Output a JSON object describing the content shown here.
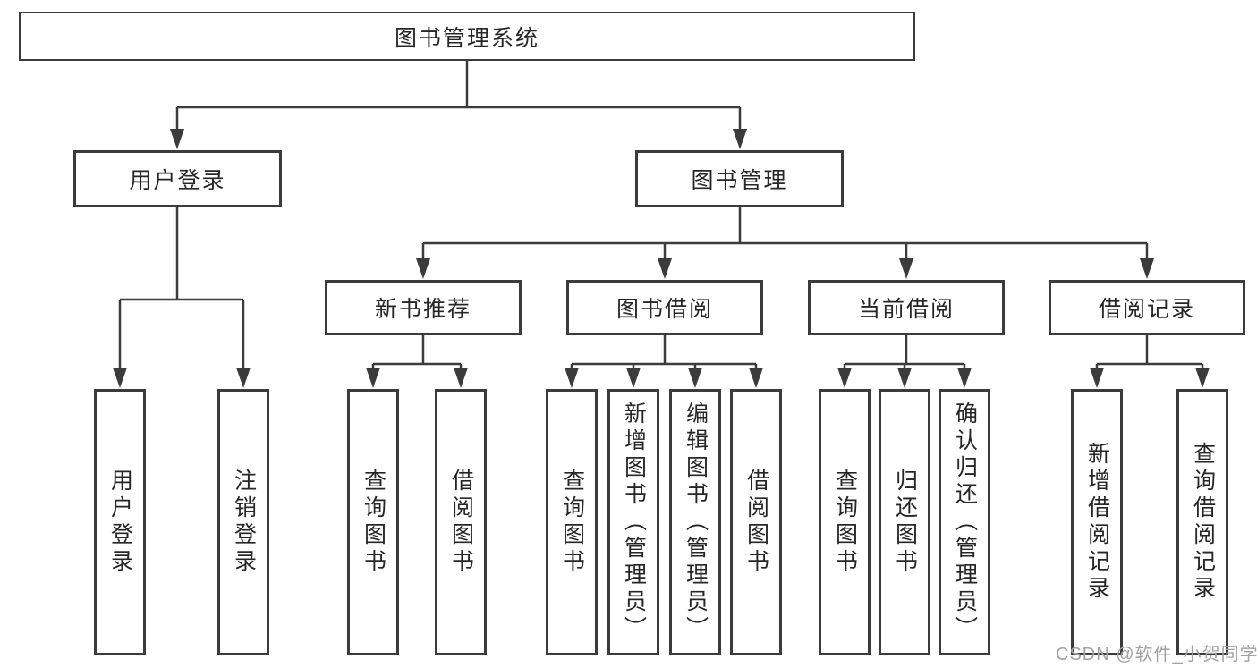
{
  "diagram": {
    "title": "图书管理系统",
    "root": {
      "label": "图书管理系统"
    },
    "level2": [
      {
        "label": "用户登录"
      },
      {
        "label": "图书管理"
      }
    ],
    "level3": [
      {
        "label": "新书推荐"
      },
      {
        "label": "图书借阅"
      },
      {
        "label": "当前借阅"
      },
      {
        "label": "借阅记录"
      }
    ],
    "leaves": [
      {
        "label": "用户登录",
        "parent": "用户登录"
      },
      {
        "label": "注销登录",
        "parent": "用户登录"
      },
      {
        "label": "查询图书",
        "parent": "新书推荐"
      },
      {
        "label": "借阅图书",
        "parent": "新书推荐"
      },
      {
        "label": "查询图书",
        "parent": "图书借阅"
      },
      {
        "label": "新增图书（管理员）",
        "parent": "图书借阅"
      },
      {
        "label": "编辑图书（管理员）",
        "parent": "图书借阅"
      },
      {
        "label": "借阅图书",
        "parent": "图书借阅"
      },
      {
        "label": "查询图书",
        "parent": "当前借阅"
      },
      {
        "label": "归还图书",
        "parent": "当前借阅"
      },
      {
        "label": "确认归还（管理员）",
        "parent": "当前借阅"
      },
      {
        "label": "新增借阅记录",
        "parent": "借阅记录"
      },
      {
        "label": "查询借阅记录",
        "parent": "借阅记录"
      }
    ]
  },
  "watermark": {
    "text": "CSDN @软件_小贺同学"
  },
  "colors": {
    "line": "#3b3b3b",
    "text": "#262626",
    "box_background": "#ffffff",
    "watermark": "#a2a2a2",
    "background": "#ffffff"
  }
}
